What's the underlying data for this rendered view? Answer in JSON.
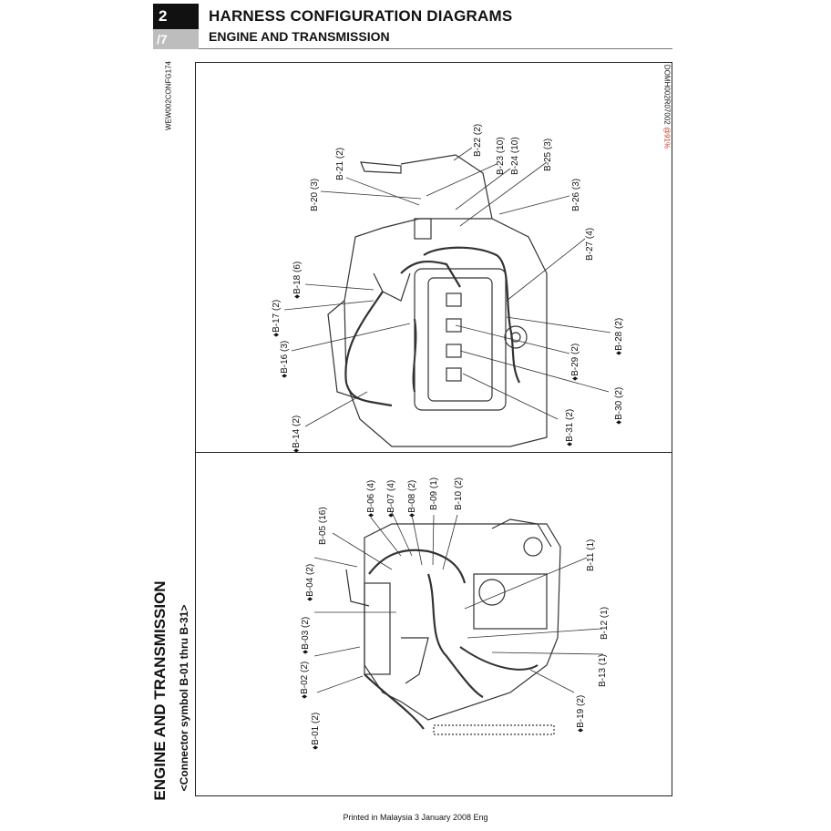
{
  "header": {
    "chapter_number": "2",
    "page_number": "/7",
    "title": "HARNESS CONFIGURATION DIAGRAMS",
    "subtitle": "ENGINE AND TRANSMISSION"
  },
  "side_code": "WEW002CONFG174",
  "figure_code": {
    "text": "DOMH002R07002 ",
    "percent": "@91%"
  },
  "section": {
    "title": "ENGINE AND TRANSMISSION",
    "subtitle": "<Connector symbol B-01 thru B-31>"
  },
  "upper_labels": [
    "B-22 (2)",
    "B-23 (10)",
    "B-24 (10)",
    "B-25 (3)",
    "B-26 (3)",
    "B-21 (2)",
    "B-20 (3)",
    "B-27 (4)",
    "♦B-18 (6)",
    "♦B-17 (2)",
    "♦B-16 (3)",
    "♦B-14 (2)",
    "♦B-28 (2)",
    "♦B-29 (2)",
    "♦B-30 (2)",
    "♦B-31 (2)"
  ],
  "lower_labels": [
    "♦B-06 (4)",
    "♦B-07 (4)",
    "♦B-08 (2)",
    "B-09 (1)",
    "B-10 (2)",
    "B-05 (16)",
    "♦B-04 (2)",
    "♦B-03 (2)",
    "♦B-02 (2)",
    "♦B-01 (2)",
    "B-11 (1)",
    "B-12 (1)",
    "B-13 (1)",
    "♦B-19 (2)"
  ],
  "footer": "Printed in Malaysia 3 January 2008 Eng"
}
